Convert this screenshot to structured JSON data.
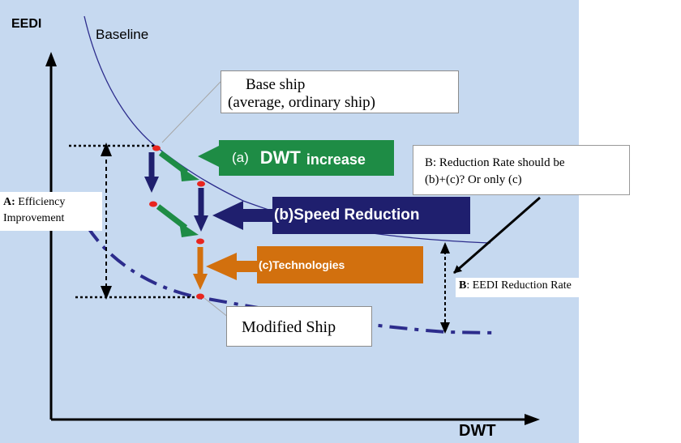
{
  "axes": {
    "y_label": "EEDI",
    "x_label": "DWT"
  },
  "curves": {
    "baseline_label": "Baseline"
  },
  "callouts": {
    "base_ship_line1": "Base ship",
    "base_ship_line2": "(average, ordinary ship)",
    "modified_ship": "Modified Ship",
    "question_line1": "B: Reduction Rate should be",
    "question_line2": "(b)+(c)? Or only (c)"
  },
  "steps": {
    "a_prefix": "(a)",
    "a_main": "DWT",
    "a_suffix": "increase",
    "b": "(b)Speed Reduction",
    "c": "(c)Technologies"
  },
  "annotations": {
    "a_key": "A:",
    "a_rest": "Efficiency",
    "a_line2": "Improvement",
    "b_key": "B",
    "b_rest": ": EEDI Reduction Rate"
  },
  "colors": {
    "background_panel": "#c6d9f0",
    "baseline_curve": "#2c2c8c",
    "modified_curve": "#2c2c8c",
    "dwt_increase": "#1e8c45",
    "speed_reduction": "#1f1f6e",
    "technologies": "#d2700e",
    "ship_point": "#e8251f"
  }
}
